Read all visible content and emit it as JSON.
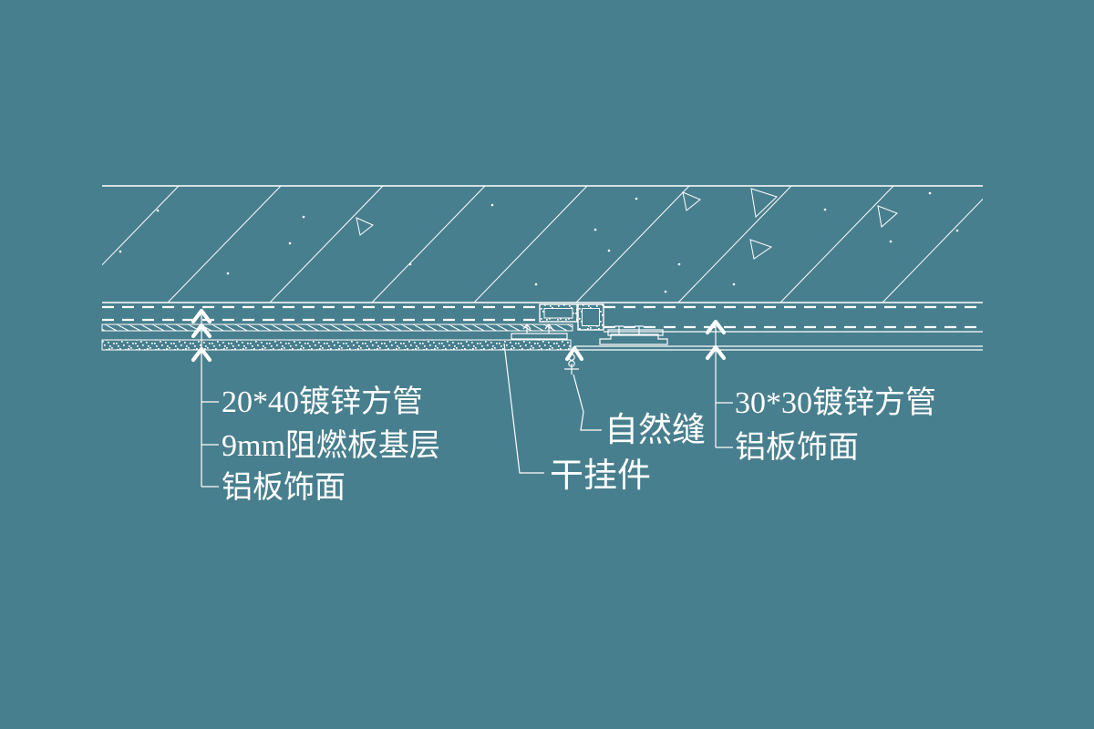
{
  "drawing": {
    "background_color": "#487F8E",
    "line_color": "#FFFFFF",
    "labels": {
      "left": [
        "20*40镀锌方管",
        "9mm阻燃板基层",
        "铝板饰面"
      ],
      "seam": "自然缝",
      "hanger": "干挂件",
      "right": [
        "30*30镀锌方管",
        "铝板饰面"
      ]
    }
  }
}
